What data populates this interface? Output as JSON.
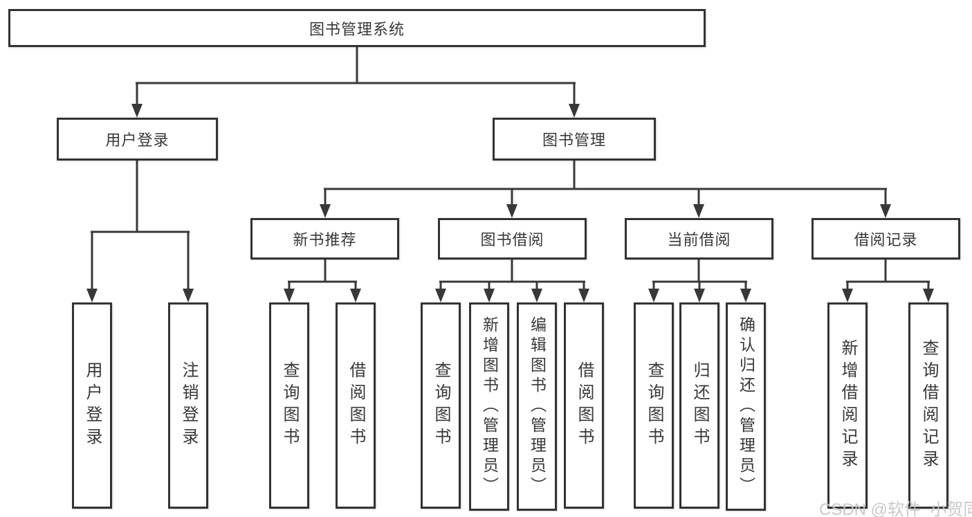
{
  "diagram_title": "图书管理系统",
  "tree": {
    "label": "图书管理系统",
    "children": [
      {
        "label": "用户登录",
        "children": [
          {
            "label": "用户登录"
          },
          {
            "label": "注销登录"
          }
        ]
      },
      {
        "label": "图书管理",
        "children": [
          {
            "label": "新书推荐",
            "children": [
              {
                "label": "查询图书"
              },
              {
                "label": "借阅图书"
              }
            ]
          },
          {
            "label": "图书借阅",
            "children": [
              {
                "label": "查询图书"
              },
              {
                "label": "新增图书（管理员）"
              },
              {
                "label": "编辑图书（管理员）"
              },
              {
                "label": "借阅图书"
              }
            ]
          },
          {
            "label": "当前借阅",
            "children": [
              {
                "label": "查询图书"
              },
              {
                "label": "归还图书"
              },
              {
                "label": "确认归还（管理员）"
              }
            ]
          },
          {
            "label": "借阅记录",
            "children": [
              {
                "label": "新增借阅记录"
              },
              {
                "label": "查询借阅记录"
              }
            ]
          }
        ]
      }
    ]
  },
  "watermark": {
    "text": "CSDN @软件_小贺同学"
  },
  "colors": {
    "line": "#383838",
    "box_border": "#333333",
    "text": "#383838",
    "background": "#ffffff",
    "watermark": "#c6c6c6"
  }
}
